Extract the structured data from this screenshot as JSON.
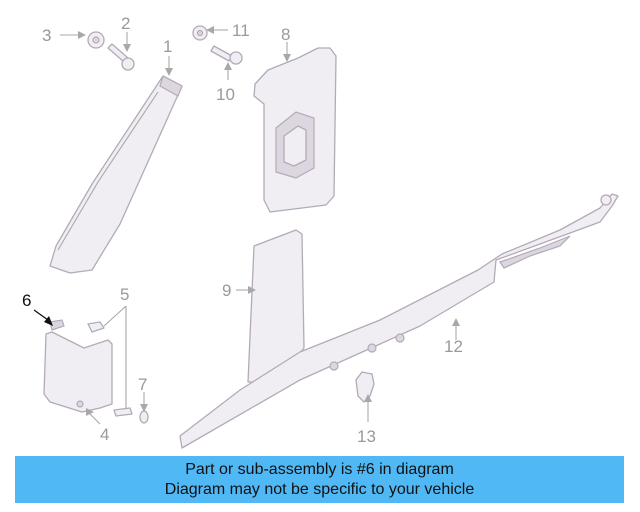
{
  "callouts": {
    "c1": "1",
    "c2": "2",
    "c3": "3",
    "c4": "4",
    "c5": "5",
    "c6": "6",
    "c7": "7",
    "c8": "8",
    "c9": "9",
    "c10": "10",
    "c11": "11",
    "c12": "12",
    "c13": "13"
  },
  "highlighted_part": "6",
  "colors": {
    "banner": "#4fb8f5",
    "part_fill": "#f1eef3",
    "part_stroke": "#b3aab8",
    "callout": "#9a9a9a",
    "highlight": "#111111"
  },
  "banner": {
    "line1": "Part or sub-assembly is #6 in diagram",
    "line2": "Diagram may not be specific to your vehicle"
  }
}
